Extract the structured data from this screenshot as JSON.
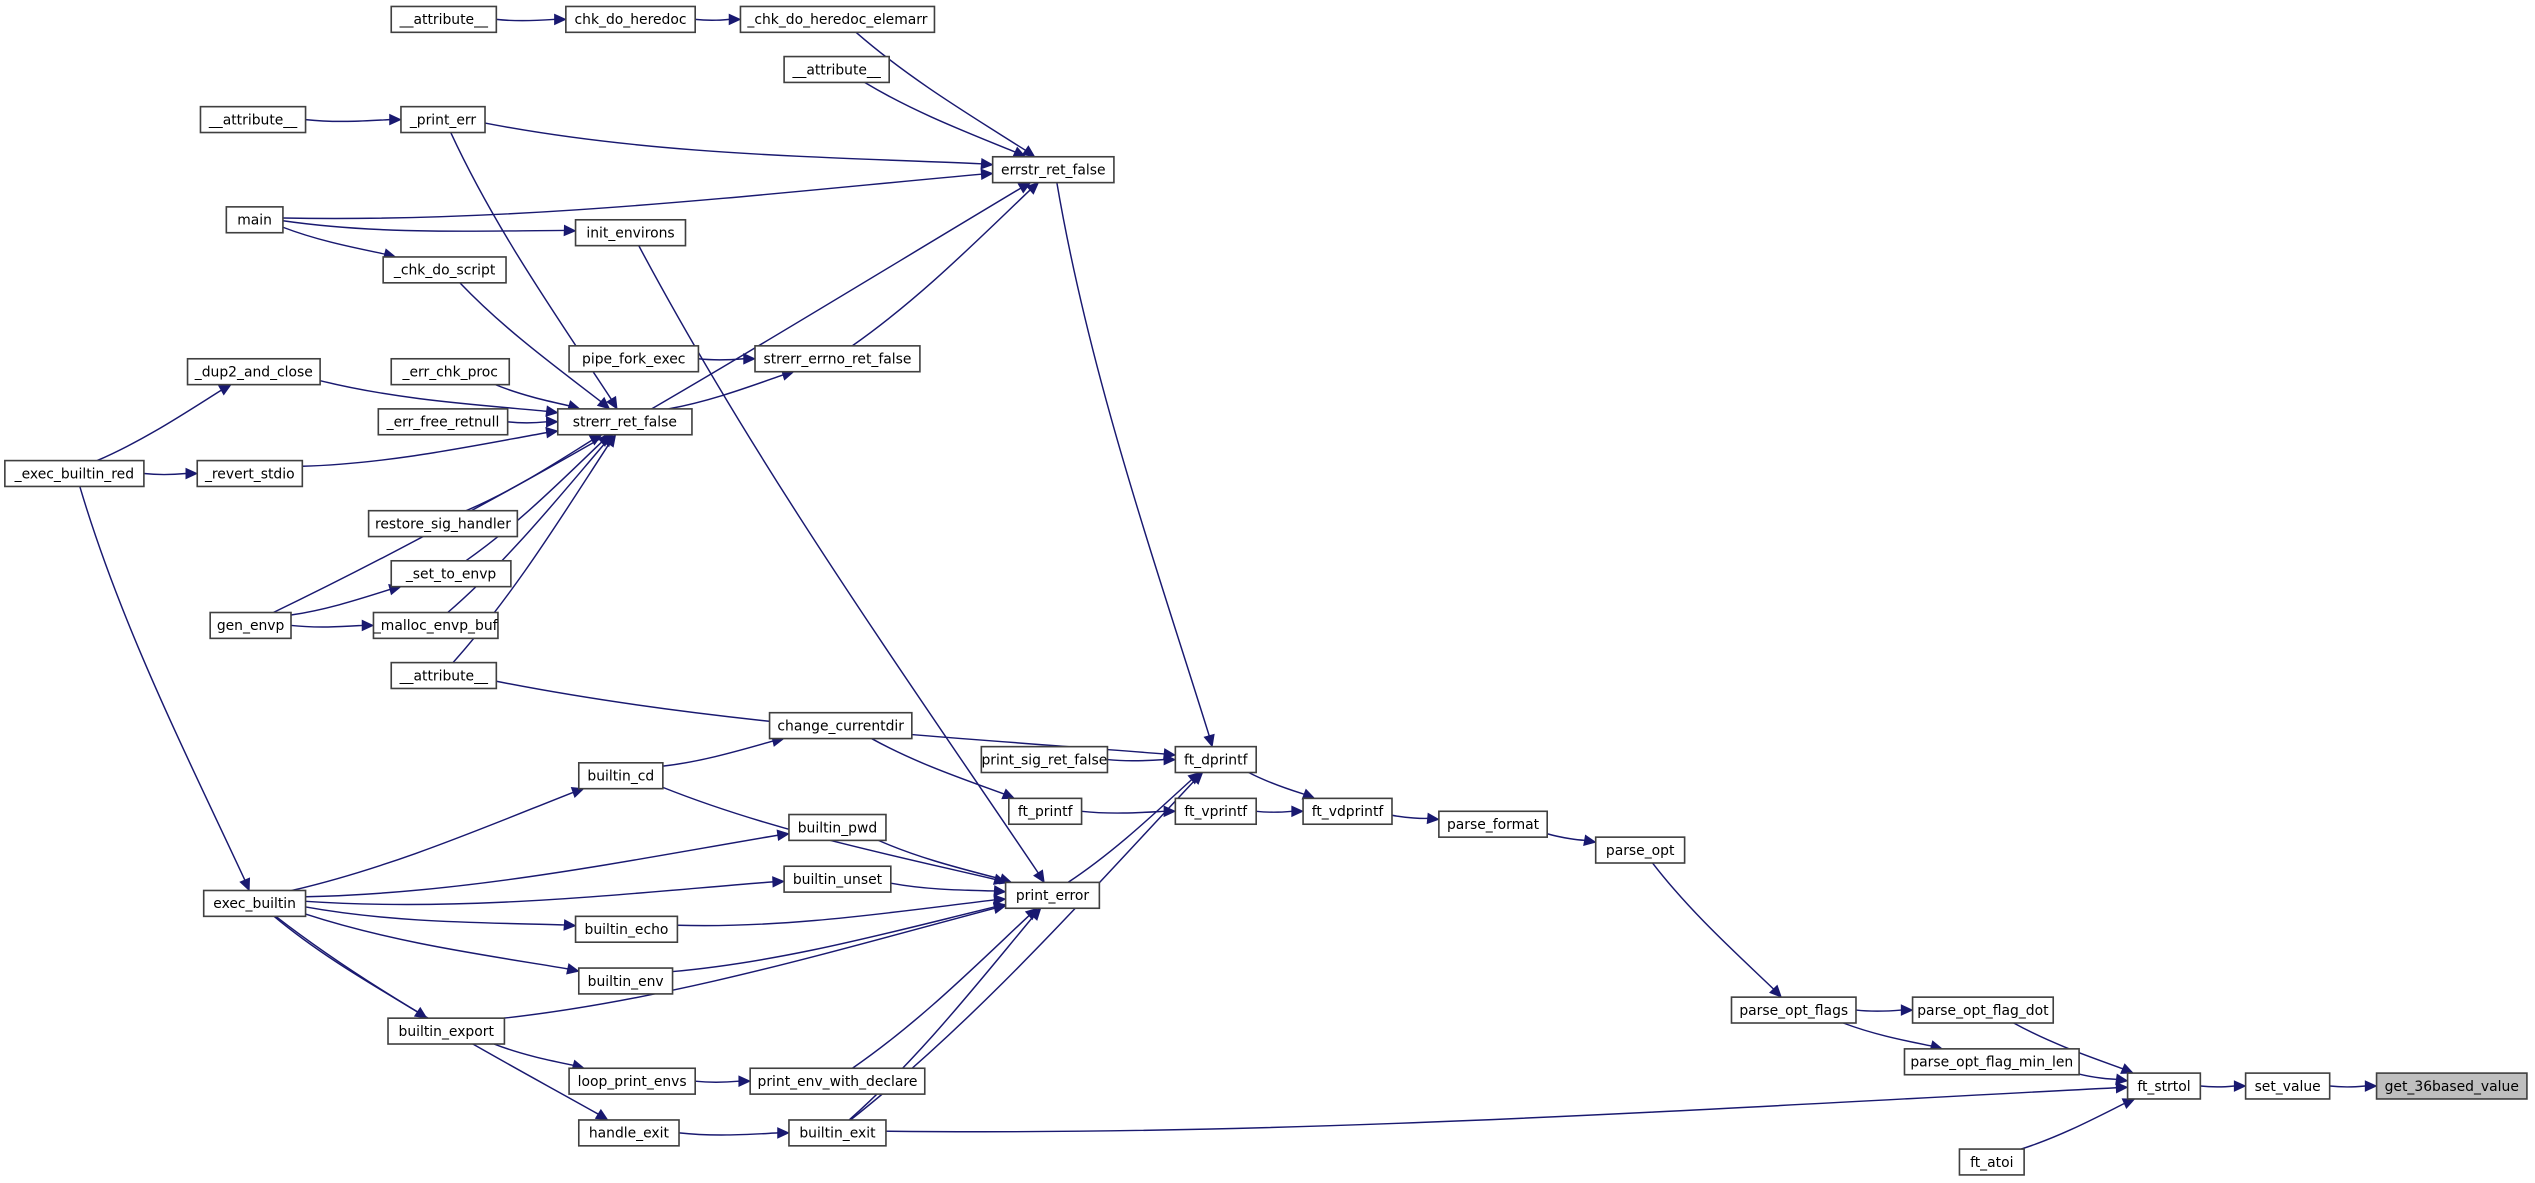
{
  "title": "Caller graph of get_36based_value",
  "colors": {
    "edge": "#191970",
    "node_border": "#404040",
    "node_fill": "#ffffff",
    "focus_fill": "#bfbfbf"
  },
  "focus_node": "get_36based_value",
  "nodes": [
    {
      "id": "attr1",
      "label": "__attribute__"
    },
    {
      "id": "chk_do_heredoc",
      "label": "chk_do_heredoc"
    },
    {
      "id": "_chk_do_heredoc_elemarr",
      "label": "_chk_do_heredoc_elemarr"
    },
    {
      "id": "attr2",
      "label": "__attribute__"
    },
    {
      "id": "_print_err",
      "label": "_print_err"
    },
    {
      "id": "attr3",
      "label": "__attribute__"
    },
    {
      "id": "errstr_ret_false",
      "label": "errstr_ret_false"
    },
    {
      "id": "main",
      "label": "main"
    },
    {
      "id": "init_environs",
      "label": "init_environs"
    },
    {
      "id": "_chk_do_script",
      "label": "_chk_do_script"
    },
    {
      "id": "_dup2_and_close",
      "label": "_dup2_and_close"
    },
    {
      "id": "pipe_fork_exec",
      "label": "pipe_fork_exec"
    },
    {
      "id": "strerr_errno_ret_false",
      "label": "strerr_errno_ret_false"
    },
    {
      "id": "_err_chk_proc",
      "label": "_err_chk_proc"
    },
    {
      "id": "_err_free_retnull",
      "label": "_err_free_retnull"
    },
    {
      "id": "strerr_ret_false",
      "label": "strerr_ret_false"
    },
    {
      "id": "_exec_builtin_red",
      "label": "_exec_builtin_red"
    },
    {
      "id": "_revert_stdio",
      "label": "_revert_stdio"
    },
    {
      "id": "restore_sig_handler",
      "label": "restore_sig_handler"
    },
    {
      "id": "_set_to_envp",
      "label": "_set_to_envp"
    },
    {
      "id": "gen_envp",
      "label": "gen_envp"
    },
    {
      "id": "_malloc_envp_buf",
      "label": "_malloc_envp_buf"
    },
    {
      "id": "attr4",
      "label": "__attribute__"
    },
    {
      "id": "change_currentdir",
      "label": "change_currentdir"
    },
    {
      "id": "ft_dprintf",
      "label": "ft_dprintf"
    },
    {
      "id": "print_sig_ret_false",
      "label": "print_sig_ret_false"
    },
    {
      "id": "builtin_cd",
      "label": "builtin_cd"
    },
    {
      "id": "ft_printf",
      "label": "ft_printf"
    },
    {
      "id": "ft_vprintf",
      "label": "ft_vprintf"
    },
    {
      "id": "ft_vdprintf",
      "label": "ft_vdprintf"
    },
    {
      "id": "parse_format",
      "label": "parse_format"
    },
    {
      "id": "builtin_pwd",
      "label": "builtin_pwd"
    },
    {
      "id": "parse_opt",
      "label": "parse_opt"
    },
    {
      "id": "builtin_unset",
      "label": "builtin_unset"
    },
    {
      "id": "print_error",
      "label": "print_error"
    },
    {
      "id": "exec_builtin",
      "label": "exec_builtin"
    },
    {
      "id": "builtin_echo",
      "label": "builtin_echo"
    },
    {
      "id": "builtin_env",
      "label": "builtin_env"
    },
    {
      "id": "parse_opt_flags",
      "label": "parse_opt_flags"
    },
    {
      "id": "parse_opt_flag_dot",
      "label": "parse_opt_flag_dot"
    },
    {
      "id": "builtin_export",
      "label": "builtin_export"
    },
    {
      "id": "parse_opt_flag_min_len",
      "label": "parse_opt_flag_min_len"
    },
    {
      "id": "loop_print_envs",
      "label": "loop_print_envs"
    },
    {
      "id": "print_env_with_declare",
      "label": "print_env_with_declare"
    },
    {
      "id": "ft_strtol",
      "label": "ft_strtol"
    },
    {
      "id": "set_value",
      "label": "set_value"
    },
    {
      "id": "get_36based_value",
      "label": "get_36based_value"
    },
    {
      "id": "handle_exit",
      "label": "handle_exit"
    },
    {
      "id": "builtin_exit",
      "label": "builtin_exit"
    },
    {
      "id": "ft_atoi",
      "label": "ft_atoi"
    }
  ],
  "edges": [
    [
      "attr1",
      "chk_do_heredoc"
    ],
    [
      "chk_do_heredoc",
      "_chk_do_heredoc_elemarr"
    ],
    [
      "_chk_do_heredoc_elemarr",
      "errstr_ret_false"
    ],
    [
      "attr2",
      "errstr_ret_false"
    ],
    [
      "attr3",
      "_print_err"
    ],
    [
      "_print_err",
      "errstr_ret_false"
    ],
    [
      "_print_err",
      "strerr_ret_false"
    ],
    [
      "main",
      "errstr_ret_false"
    ],
    [
      "main",
      "init_environs"
    ],
    [
      "main",
      "_chk_do_script"
    ],
    [
      "init_environs",
      "print_error"
    ],
    [
      "_chk_do_script",
      "strerr_ret_false"
    ],
    [
      "_dup2_and_close",
      "strerr_ret_false"
    ],
    [
      "pipe_fork_exec",
      "strerr_errno_ret_false"
    ],
    [
      "strerr_errno_ret_false",
      "errstr_ret_false"
    ],
    [
      "_err_chk_proc",
      "strerr_ret_false"
    ],
    [
      "_err_free_retnull",
      "strerr_ret_false"
    ],
    [
      "strerr_ret_false",
      "strerr_errno_ret_false"
    ],
    [
      "_exec_builtin_red",
      "_dup2_and_close"
    ],
    [
      "_exec_builtin_red",
      "_revert_stdio"
    ],
    [
      "_exec_builtin_red",
      "exec_builtin"
    ],
    [
      "_revert_stdio",
      "strerr_ret_false"
    ],
    [
      "restore_sig_handler",
      "strerr_ret_false"
    ],
    [
      "_set_to_envp",
      "strerr_ret_false"
    ],
    [
      "gen_envp",
      "_set_to_envp"
    ],
    [
      "gen_envp",
      "_malloc_envp_buf"
    ],
    [
      "gen_envp",
      "errstr_ret_false"
    ],
    [
      "_malloc_envp_buf",
      "strerr_ret_false"
    ],
    [
      "attr4",
      "strerr_ret_false"
    ],
    [
      "attr4",
      "ft_dprintf"
    ],
    [
      "errstr_ret_false",
      "ft_dprintf"
    ],
    [
      "change_currentdir",
      "ft_printf"
    ],
    [
      "builtin_cd",
      "change_currentdir"
    ],
    [
      "builtin_cd",
      "print_error"
    ],
    [
      "print_sig_ret_false",
      "ft_dprintf"
    ],
    [
      "ft_dprintf",
      "ft_vdprintf"
    ],
    [
      "ft_printf",
      "ft_vprintf"
    ],
    [
      "ft_vprintf",
      "ft_vdprintf"
    ],
    [
      "ft_vdprintf",
      "parse_format"
    ],
    [
      "parse_format",
      "parse_opt"
    ],
    [
      "parse_opt",
      "parse_opt_flags"
    ],
    [
      "builtin_pwd",
      "print_error"
    ],
    [
      "builtin_unset",
      "print_error"
    ],
    [
      "print_error",
      "ft_dprintf"
    ],
    [
      "exec_builtin",
      "builtin_cd"
    ],
    [
      "exec_builtin",
      "builtin_pwd"
    ],
    [
      "exec_builtin",
      "builtin_unset"
    ],
    [
      "exec_builtin",
      "builtin_echo"
    ],
    [
      "exec_builtin",
      "builtin_env"
    ],
    [
      "exec_builtin",
      "builtin_export"
    ],
    [
      "exec_builtin",
      "handle_exit"
    ],
    [
      "builtin_echo",
      "print_error"
    ],
    [
      "builtin_env",
      "print_error"
    ],
    [
      "builtin_export",
      "print_error"
    ],
    [
      "builtin_export",
      "loop_print_envs"
    ],
    [
      "loop_print_envs",
      "print_env_with_declare"
    ],
    [
      "print_env_with_declare",
      "print_error"
    ],
    [
      "handle_exit",
      "builtin_exit"
    ],
    [
      "builtin_exit",
      "print_error"
    ],
    [
      "builtin_exit",
      "ft_dprintf"
    ],
    [
      "builtin_exit",
      "ft_strtol"
    ],
    [
      "parse_opt_flags",
      "parse_opt_flag_dot"
    ],
    [
      "parse_opt_flags",
      "parse_opt_flag_min_len"
    ],
    [
      "parse_opt_flag_dot",
      "ft_strtol"
    ],
    [
      "parse_opt_flag_min_len",
      "ft_strtol"
    ],
    [
      "ft_atoi",
      "ft_strtol"
    ],
    [
      "ft_strtol",
      "set_value"
    ],
    [
      "set_value",
      "get_36based_value"
    ]
  ]
}
